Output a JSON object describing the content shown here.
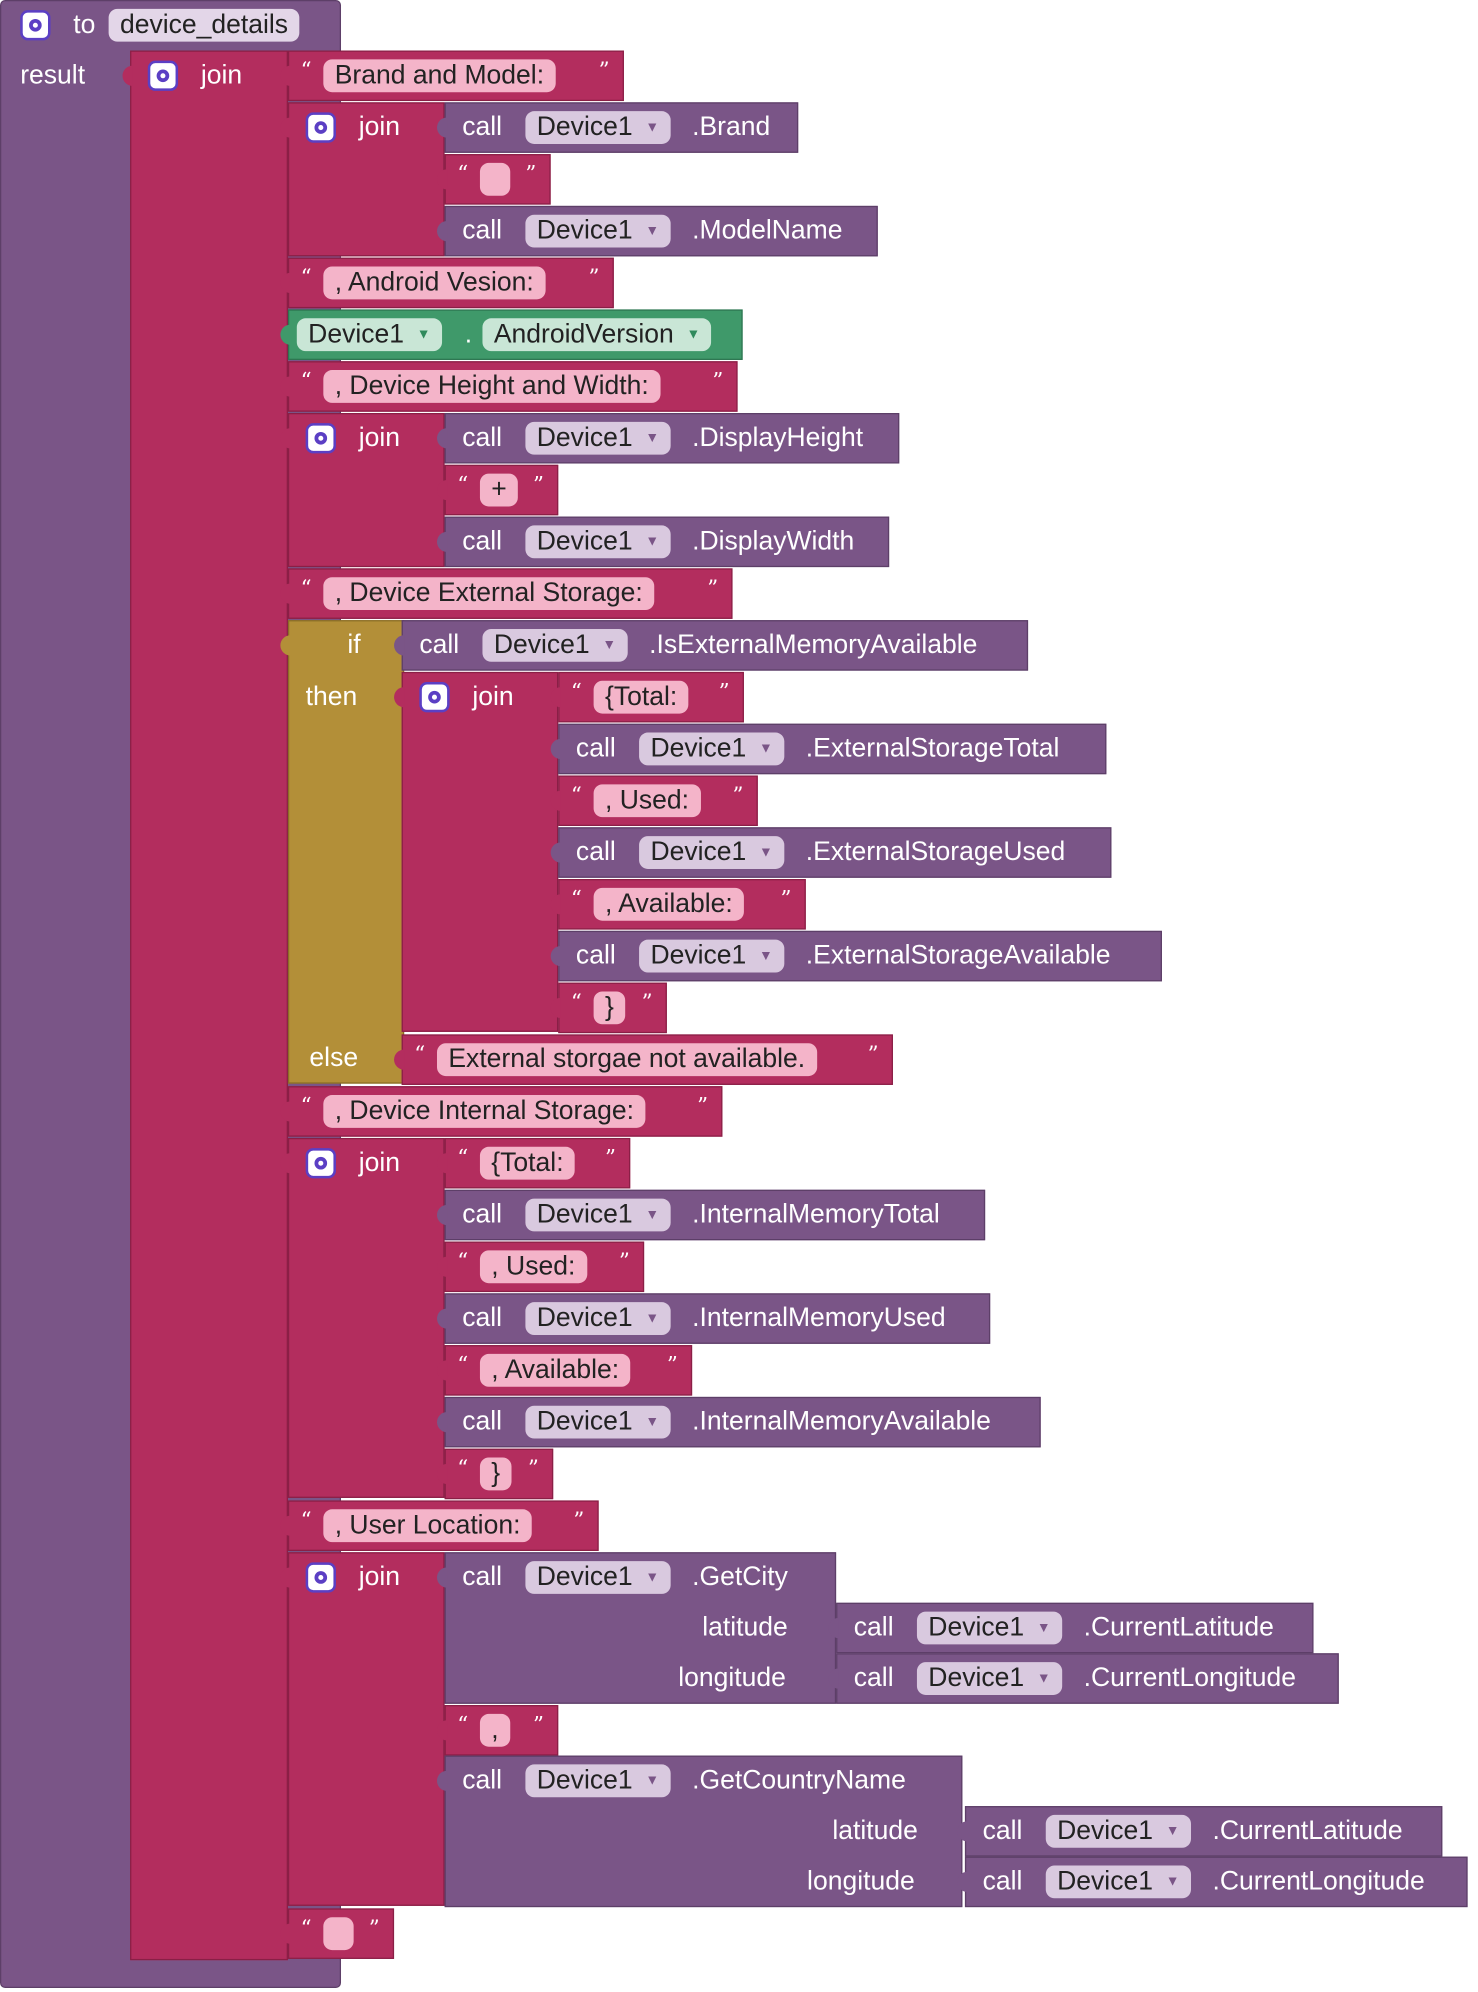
{
  "procedure": {
    "keyword": "to",
    "name": "device_details",
    "result_label": "result"
  },
  "kw": {
    "join": "join",
    "call": "call",
    "if": "if",
    "then": "then",
    "else": "else",
    "latitude": "latitude",
    "longitude": "longitude",
    "dot": "."
  },
  "component": "Device1",
  "strings": {
    "brand_model": "Brand and Model:",
    "space": " ",
    "android": ", Android Vesion:",
    "height_width": ", Device Height and Width:",
    "plus": "+",
    "external": ", Device External Storage:",
    "total": "{Total:",
    "used": ", Used:",
    "available": ", Available:",
    "close": "}",
    "ext_na": "External storgae not available.",
    "internal": ", Device Internal Storage:",
    "location": ", User Location:",
    "comma": ",",
    "empty": ""
  },
  "methods": {
    "brand": ".Brand",
    "model": ".ModelName",
    "android_version": "AndroidVersion",
    "height": ".DisplayHeight",
    "width": ".DisplayWidth",
    "is_ext": ".IsExternalMemoryAvailable",
    "ext_total": ".ExternalStorageTotal",
    "ext_used": ".ExternalStorageUsed",
    "ext_avail": ".ExternalStorageAvailable",
    "int_total": ".InternalMemoryTotal",
    "int_used": ".InternalMemoryUsed",
    "int_avail": ".InternalMemoryAvailable",
    "city": ".GetCity",
    "country": ".GetCountryName",
    "lat": ".CurrentLatitude",
    "lon": ".CurrentLongitude"
  },
  "colors": {
    "procedure": "#7a5587",
    "text": "#b32d5e",
    "control": "#b38f38",
    "property": "#3f996a",
    "gear": "#5b3fc4"
  }
}
